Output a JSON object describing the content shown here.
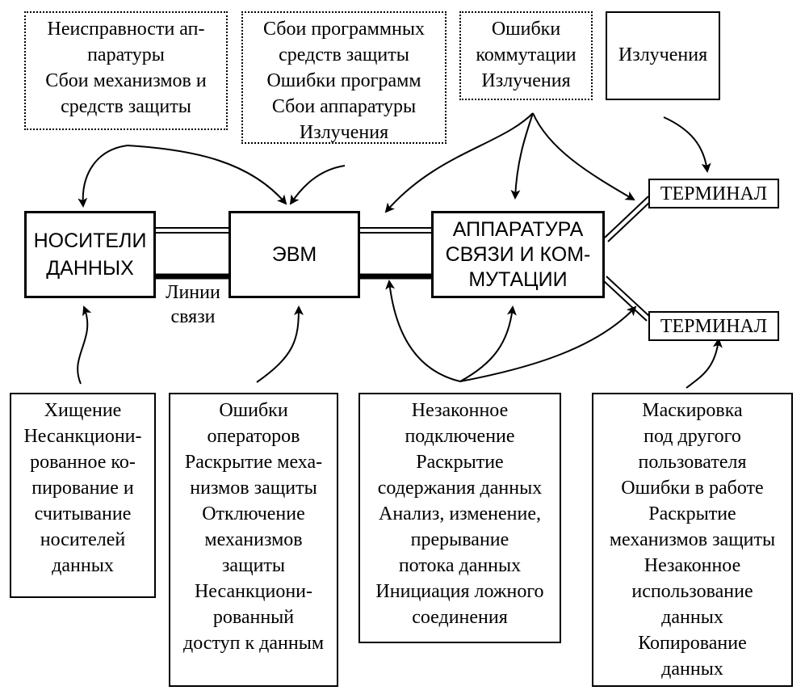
{
  "threats_top": [
    {
      "lines": [
        "Неисправности ап-",
        "паратуры",
        "Сбои механизмов и",
        "средств защиты"
      ]
    },
    {
      "lines": [
        "Сбои программных",
        "средств защиты",
        "Ошибки программ",
        "Сбои аппаратуры",
        "Излучения"
      ]
    },
    {
      "lines": [
        "Ошибки",
        "коммутации",
        "Излучения"
      ]
    },
    {
      "lines": [
        "Излучения"
      ]
    }
  ],
  "components": {
    "storage": [
      "НОСИТЕЛИ",
      "ДАННЫХ"
    ],
    "computer": [
      "ЭВМ"
    ],
    "comms": [
      "АППАРАТУРА",
      "СВЯЗИ И КОМ-",
      "МУТАЦИИ"
    ],
    "terminal_top": [
      "ТЕРМИНАЛ"
    ],
    "terminal_bottom": [
      "ТЕРМИНАЛ"
    ]
  },
  "link_label": [
    "Линии",
    "связи"
  ],
  "threats_bottom": [
    {
      "lines": [
        "Хищение",
        "Несанкциони-",
        "рованное ко-",
        "пирование и",
        "считывание",
        "носителей",
        "данных"
      ]
    },
    {
      "lines": [
        "Ошибки",
        "операторов",
        "Раскрытие меха-",
        "низмов защиты",
        "Отключение",
        "механизмов",
        "защиты",
        "Несанкциони-",
        "рованный",
        "доступ к данным"
      ]
    },
    {
      "lines": [
        "Незаконное",
        "подключение",
        "Раскрытие",
        "содержания данных",
        "Анализ, изменение,",
        "прерывание",
        "потока данных",
        "Инициация ложного",
        "соединения"
      ]
    },
    {
      "lines": [
        "Маскировка",
        "под другого",
        "пользователя",
        "Ошибки в работе",
        "Раскрытие",
        "механизмов защиты",
        "Незаконное",
        "использование",
        "данных",
        "Копирование",
        "данных"
      ]
    }
  ]
}
